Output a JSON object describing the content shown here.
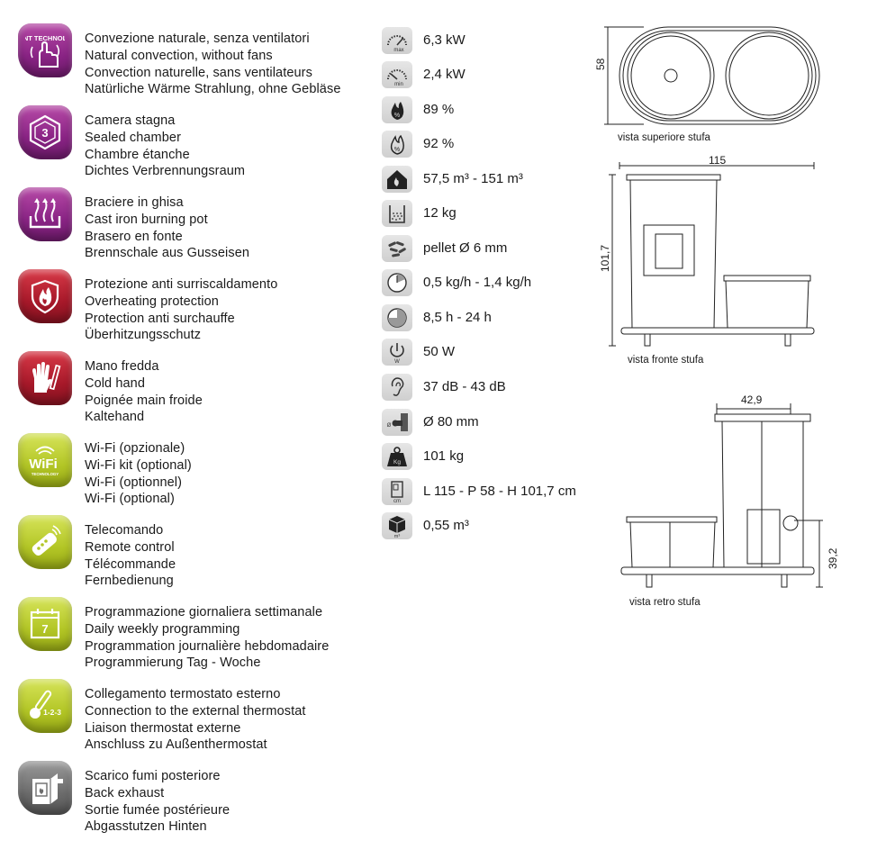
{
  "features": [
    {
      "icon": "silent-technology-icon",
      "badge_text": "SILENT TECHNOLOGY",
      "lines": [
        "Convezione naturale, senza ventilatori",
        "Natural convection, without fans",
        "Convection naturelle, sans ventilateurs",
        "Natürliche Wärme Strahlung, ohne Gebläse"
      ]
    },
    {
      "icon": "sealed-chamber-3-icon",
      "badge_text": "3",
      "lines": [
        "Camera stagna",
        "Sealed chamber",
        "Chambre étanche",
        "Dichtes Verbrennungsraum"
      ]
    },
    {
      "icon": "cast-iron-burning-pot-icon",
      "lines": [
        "Braciere in ghisa",
        "Cast iron burning pot",
        "Brasero en fonte",
        "Brennschale aus Gusseisen"
      ]
    },
    {
      "icon": "overheating-protection-icon",
      "lines": [
        "Protezione anti surriscaldamento",
        "Overheating protection",
        "Protection anti surchauffe",
        "Überhitzungsschutz"
      ]
    },
    {
      "icon": "cold-hand-icon",
      "lines": [
        "Mano fredda",
        "Cold hand",
        "Poignée main froide",
        "Kaltehand"
      ]
    },
    {
      "icon": "wifi-technology-icon",
      "badge_text": "WiFi",
      "badge_sub": "TECHNOLOGY",
      "lines": [
        "Wi-Fi (opzionale)",
        "Wi-Fi kit (optional)",
        "Wi-Fi (optionnel)",
        "Wi-Fi (optional)"
      ]
    },
    {
      "icon": "remote-control-icon",
      "lines": [
        "Telecomando",
        "Remote control",
        "Télécommande",
        "Fernbedienung"
      ]
    },
    {
      "icon": "calendar-7-icon",
      "badge_text": "7",
      "lines": [
        "Programmazione giornaliera settimanale",
        "Daily weekly programming",
        "Programmation journalière hebdomadaire",
        "Programmierung Tag - Woche"
      ]
    },
    {
      "icon": "thermostat-1-2-3-icon",
      "badge_text": "1-2-3",
      "lines": [
        "Collegamento termostato esterno",
        "Connection to the external thermostat",
        "Liaison thermostat externe",
        "Anschluss zu Außenthermostat"
      ]
    },
    {
      "icon": "back-exhaust-icon",
      "lines": [
        "Scarico fumi posteriore",
        "Back exhaust",
        "Sortie fumée postérieure",
        "Abgasstutzen Hinten"
      ]
    }
  ],
  "specs": [
    {
      "icon": "max-power-gauge-icon",
      "icon_label": "max",
      "value": "6,3 kW"
    },
    {
      "icon": "min-power-gauge-icon",
      "icon_label": "min",
      "value": "2,4 kW"
    },
    {
      "icon": "efficiency-flame-icon",
      "value": "89 %"
    },
    {
      "icon": "efficiency-percent-flame-icon",
      "value": "92 %"
    },
    {
      "icon": "heated-volume-house-icon",
      "value": "57,5 m³ - 151 m³"
    },
    {
      "icon": "hopper-capacity-icon",
      "value": "12 kg"
    },
    {
      "icon": "pellet-icon",
      "value": "pellet Ø 6 mm"
    },
    {
      "icon": "consumption-clock-icon",
      "value": "0,5 kg/h - 1,4 kg/h"
    },
    {
      "icon": "autonomy-clock-icon",
      "value": "8,5 h - 24 h"
    },
    {
      "icon": "electric-power-icon",
      "icon_label": "W",
      "value": "50 W"
    },
    {
      "icon": "noise-ear-icon",
      "value": "37 dB - 43 dB"
    },
    {
      "icon": "flue-diameter-icon",
      "icon_label": "Ø",
      "value": "Ø 80 mm"
    },
    {
      "icon": "weight-icon",
      "icon_label": "Kg",
      "value": "101 kg"
    },
    {
      "icon": "dimensions-icon",
      "icon_label": "cm",
      "value": "L 115 - P 58 - H 101,7 cm"
    },
    {
      "icon": "volume-cube-icon",
      "icon_label": "m³",
      "value": "0,55 m³"
    }
  ],
  "diagrams": {
    "top": {
      "caption": "vista superiore stufa",
      "dim_depth": "58"
    },
    "front": {
      "caption": "vista fronte stufa",
      "dim_width": "115",
      "dim_height": "101,7"
    },
    "back": {
      "caption": "vista retro stufa",
      "dim_width": "42,9",
      "dim_height": "39,2"
    }
  },
  "colors": {
    "purple": "#8a2485",
    "red": "#a8192a",
    "lime": "#b3c626",
    "grey": "#6c6c6c",
    "spec_icon_bg": "#d9d9d9",
    "line": "#222222"
  }
}
